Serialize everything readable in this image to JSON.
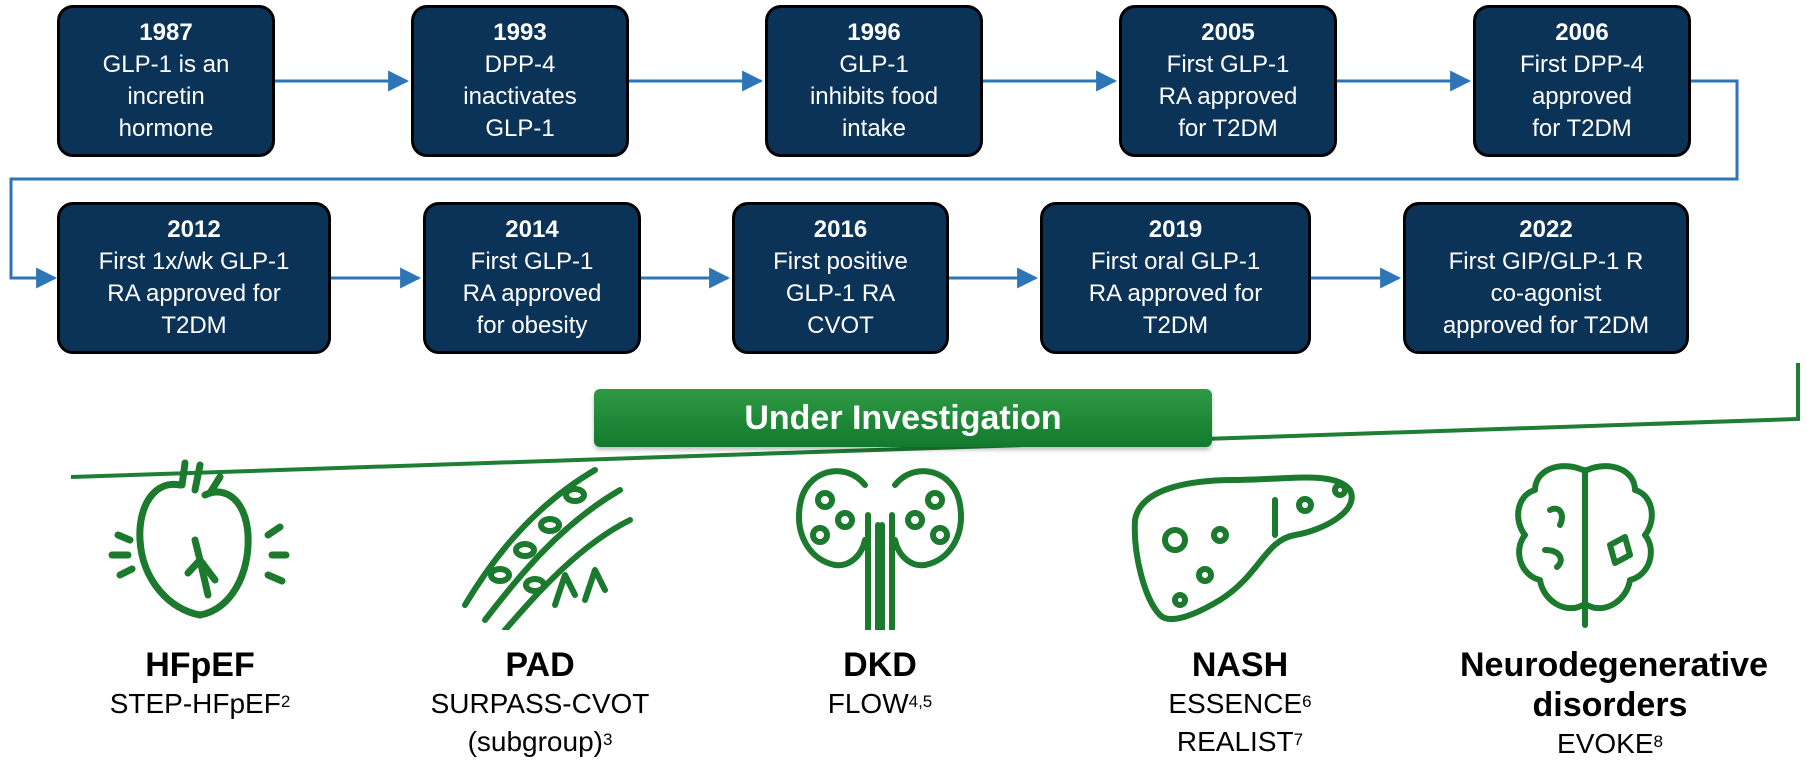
{
  "timeline": [
    {
      "year": "1987",
      "lines": [
        "GLP-1 is an",
        "incretin",
        "hormone"
      ]
    },
    {
      "year": "1993",
      "lines": [
        "DPP-4",
        "inactivates",
        "GLP-1"
      ]
    },
    {
      "year": "1996",
      "lines": [
        "GLP-1",
        "inhibits food",
        "intake"
      ]
    },
    {
      "year": "2005",
      "lines": [
        "First GLP-1",
        "RA approved",
        "for T2DM"
      ]
    },
    {
      "year": "2006",
      "lines": [
        "First DPP-4",
        "approved",
        "for T2DM"
      ]
    },
    {
      "year": "2012",
      "lines": [
        "First 1x/wk GLP-1",
        "RA approved for",
        "T2DM"
      ]
    },
    {
      "year": "2014",
      "lines": [
        "First GLP-1",
        "RA approved",
        "for obesity"
      ]
    },
    {
      "year": "2016",
      "lines": [
        "First positive",
        "GLP-1 RA",
        "CVOT"
      ]
    },
    {
      "year": "2019",
      "lines": [
        "First oral GLP-1",
        "RA approved for",
        "T2DM"
      ]
    },
    {
      "year": "2022",
      "lines": [
        "First GIP/GLP-1 R",
        "co-agonist",
        "approved for T2DM"
      ]
    }
  ],
  "banner": "Under Investigation",
  "conditions": [
    {
      "name": "HFpEF",
      "icon": "heart-icon",
      "studies": [
        {
          "text": "STEP-HFpEF",
          "ref": "2"
        }
      ]
    },
    {
      "name": "PAD",
      "icon": "artery-icon",
      "studies": [
        {
          "text": "SURPASS-CVOT",
          "ref": ""
        },
        {
          "text": "(subgroup)",
          "ref": "3"
        }
      ]
    },
    {
      "name": "DKD",
      "icon": "kidney-icon",
      "studies": [
        {
          "text": "FLOW",
          "ref": "4,5"
        }
      ]
    },
    {
      "name": "NASH",
      "icon": "liver-icon",
      "studies": [
        {
          "text": "ESSENCE",
          "ref": "6"
        },
        {
          "text": "REALIST",
          "ref": "7"
        }
      ]
    },
    {
      "name": "Neurodegenerative disorders",
      "icon": "brain-icon",
      "studies": [
        {
          "text": "EVOKE",
          "ref": "8"
        }
      ]
    }
  ],
  "colors": {
    "box": "#0b3257",
    "arrow": "#2e75b6",
    "green": "#1e7e34",
    "icon": "#1b7a2e"
  }
}
